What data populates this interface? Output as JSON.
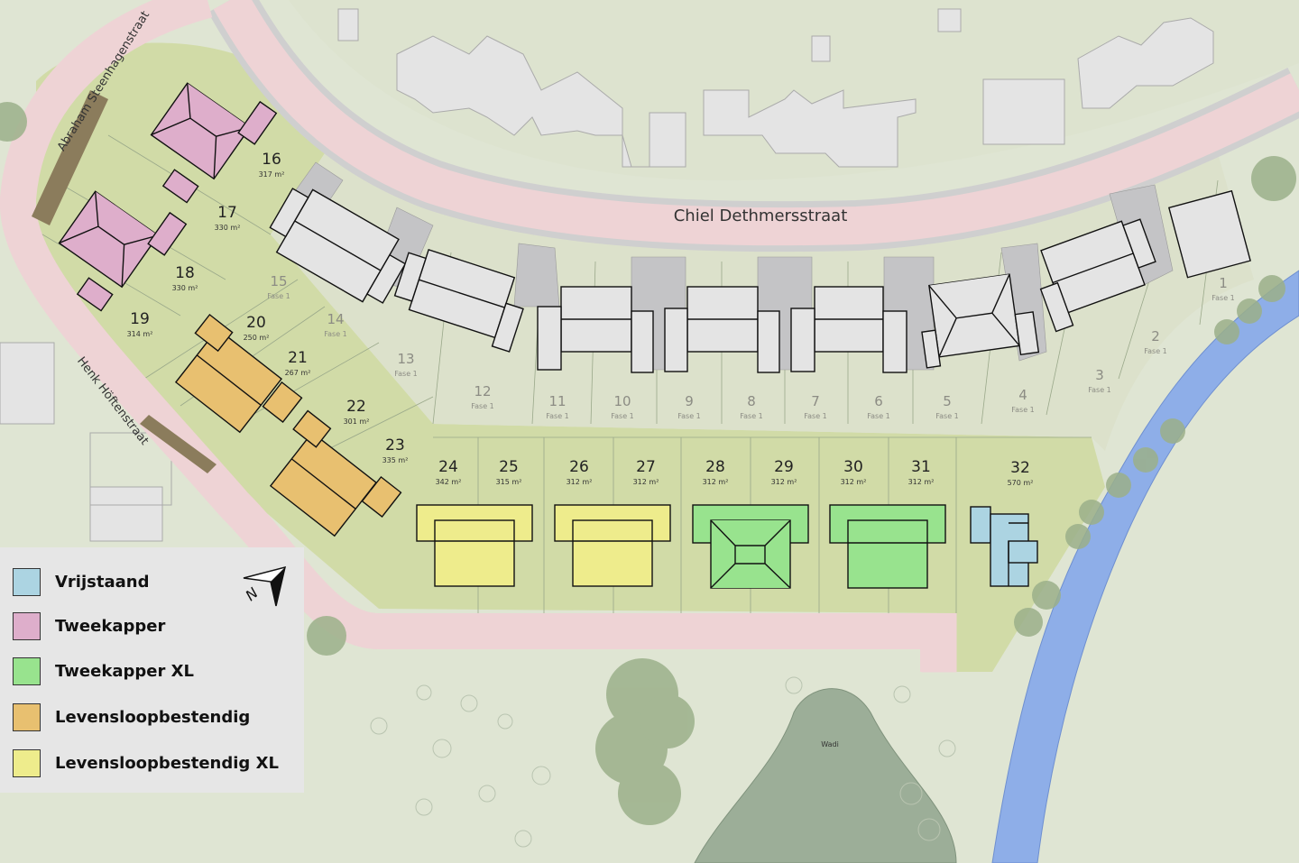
{
  "map": {
    "streets": {
      "main": "Chiel Dethmersstraat",
      "west": "Abraham Steenhagenstraat",
      "southwest": "Henk Höftenstraat"
    },
    "wadi_label": "Wadi",
    "unit": "m²",
    "colors": {
      "road": "#eed3d5",
      "lot_green": "#d1dba7",
      "lot_phase1": "#dce1cb",
      "background": "#dfe5d3",
      "water": "#8eaee8",
      "existing_building": "#e4e4e4",
      "parking": "#c4c4c6"
    },
    "lots": [
      {
        "number": "1",
        "sub": "Fase 1"
      },
      {
        "number": "2",
        "sub": "Fase 1"
      },
      {
        "number": "3",
        "sub": "Fase 1"
      },
      {
        "number": "4",
        "sub": "Fase 1"
      },
      {
        "number": "5",
        "sub": "Fase 1"
      },
      {
        "number": "6",
        "sub": "Fase 1"
      },
      {
        "number": "7",
        "sub": "Fase 1"
      },
      {
        "number": "8",
        "sub": "Fase 1"
      },
      {
        "number": "9",
        "sub": "Fase 1"
      },
      {
        "number": "10",
        "sub": "Fase 1"
      },
      {
        "number": "11",
        "sub": "Fase 1"
      },
      {
        "number": "12",
        "sub": "Fase 1"
      },
      {
        "number": "13",
        "sub": "Fase 1"
      },
      {
        "number": "14",
        "sub": "Fase 1"
      },
      {
        "number": "15",
        "sub": "Fase 1"
      },
      {
        "number": "16",
        "sub": "317  m²",
        "type": "Tweekapper"
      },
      {
        "number": "17",
        "sub": "330 m²",
        "type": "Tweekapper"
      },
      {
        "number": "18",
        "sub": "330 m²",
        "type": "Tweekapper"
      },
      {
        "number": "19",
        "sub": "314 m²",
        "type": "Tweekapper"
      },
      {
        "number": "20",
        "sub": "250 m²",
        "type": "Levensloopbestendig"
      },
      {
        "number": "21",
        "sub": "267 m²",
        "type": "Levensloopbestendig"
      },
      {
        "number": "22",
        "sub": "301 m²",
        "type": "Levensloopbestendig"
      },
      {
        "number": "23",
        "sub": "335 m²",
        "type": "Levensloopbestendig"
      },
      {
        "number": "24",
        "sub": "342 m²",
        "type": "Levensloopbestendig XL"
      },
      {
        "number": "25",
        "sub": "315 m²",
        "type": "Levensloopbestendig XL"
      },
      {
        "number": "26",
        "sub": "312 m²",
        "type": "Levensloopbestendig XL"
      },
      {
        "number": "27",
        "sub": "312 m²",
        "type": "Levensloopbestendig XL"
      },
      {
        "number": "28",
        "sub": "312 m²",
        "type": "Tweekapper XL"
      },
      {
        "number": "29",
        "sub": "312 m²",
        "type": "Tweekapper XL"
      },
      {
        "number": "30",
        "sub": "312 m²",
        "type": "Tweekapper XL"
      },
      {
        "number": "31",
        "sub": "312 m²",
        "type": "Tweekapper XL"
      },
      {
        "number": "32",
        "sub": "570  m²",
        "type": "Vrijstaand"
      }
    ]
  },
  "legend": {
    "items": [
      {
        "label": "Vrijstaand",
        "color": "#acd4e2"
      },
      {
        "label": "Tweekapper",
        "color": "#deaecb"
      },
      {
        "label": "Tweekapper XL",
        "color": "#98e38e"
      },
      {
        "label": "Levensloopbestendig",
        "color": "#e8c070"
      },
      {
        "label": "Levensloopbestendig XL",
        "color": "#eeec8c"
      }
    ],
    "north_arrow_label": "N"
  }
}
